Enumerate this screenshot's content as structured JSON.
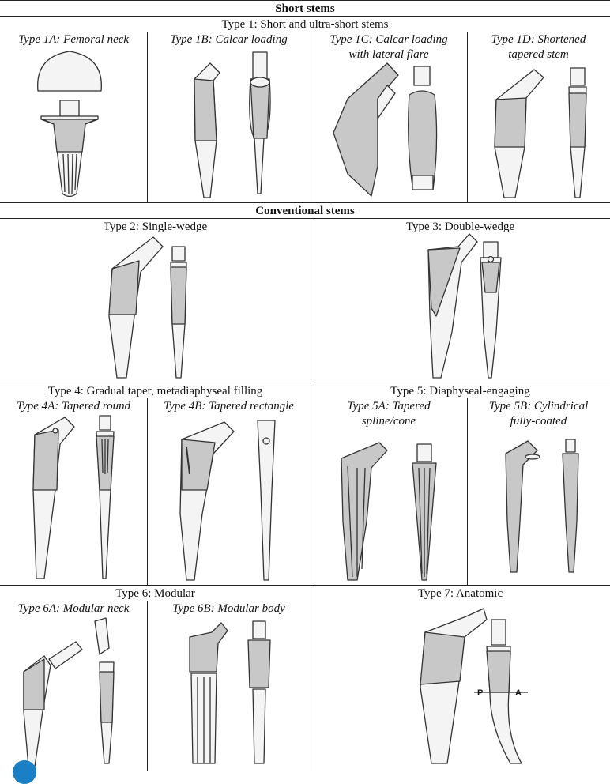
{
  "sections": {
    "short_stems": "Short stems",
    "conventional_stems": "Conventional stems"
  },
  "type1": {
    "title": "Type 1: Short and ultra-short stems",
    "a": "Type 1A: Femoral neck",
    "b": "Type 1B: Calcar loading",
    "c_line1": "Type 1C: Calcar loading",
    "c_line2": "with lateral flare",
    "d_line1": "Type 1D: Shortened",
    "d_line2": "tapered stem"
  },
  "type2": {
    "title": "Type 2: Single-wedge"
  },
  "type3": {
    "title": "Type 3: Double-wedge"
  },
  "type4": {
    "title": "Type 4: Gradual taper, metadiaphyseal filling",
    "a": "Type 4A: Tapered round",
    "b": "Type 4B: Tapered rectangle"
  },
  "type5": {
    "title": "Type 5: Diaphyseal-engaging",
    "a_line1": "Type 5A: Tapered",
    "a_line2": "spline/cone",
    "b_line1": "Type 5B: Cylindrical",
    "b_line2": "fully-coated"
  },
  "type6": {
    "title": "Type 6: Modular",
    "a": "Type 6A: Modular neck",
    "b": "Type 6B: Modular body"
  },
  "type7": {
    "title": "Type 7: Anatomic",
    "label_p": "P",
    "label_a": "A"
  },
  "colors": {
    "coating": "#c8c8c8",
    "metal": "#f4f4f4",
    "outline": "#333333",
    "logo": "#1a7fc4"
  }
}
